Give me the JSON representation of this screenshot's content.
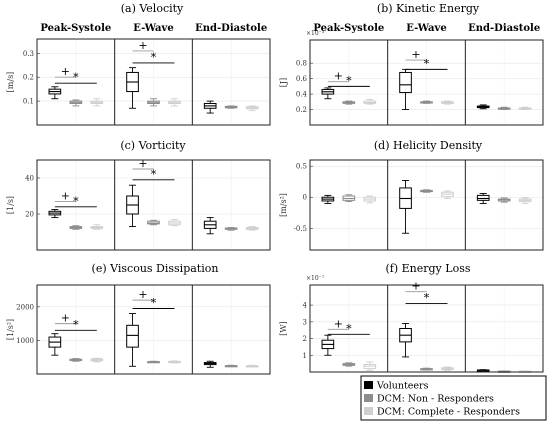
{
  "colors": {
    "Volunteers": "#000000",
    "DCM: Non - Responders": "#8c8c8c",
    "DCM: Complete - Responders": "#cfcfcf",
    "significance_marker": "#999999"
  },
  "legend": {
    "placement": "bottom-right",
    "entries": [
      "Volunteers",
      "DCM: Non - Responders",
      "DCM: Complete - Responders"
    ]
  },
  "chart_data": [
    {
      "type": "box",
      "title": "(a) Velocity",
      "ylabel": "[m/s]",
      "ylim": [
        0,
        0.36
      ],
      "yticks": [
        {
          "v": 0.1,
          "l": "0.1"
        },
        {
          "v": 0.2,
          "l": "0.2"
        },
        {
          "v": 0.3,
          "l": "0.3"
        }
      ],
      "multiplier": "",
      "categories": [
        "Peak-Systole",
        "E-Wave",
        "End-Diastole"
      ],
      "series": [
        {
          "name": "Volunteers",
          "boxes": [
            [
              0.11,
              0.13,
              0.14,
              0.15,
              0.16
            ],
            [
              0.07,
              0.14,
              0.18,
              0.22,
              0.24
            ],
            [
              0.05,
              0.07,
              0.08,
              0.09,
              0.1
            ]
          ]
        },
        {
          "name": "DCM: Non - Responders",
          "boxes": [
            [
              0.08,
              0.09,
              0.095,
              0.1,
              0.105
            ],
            [
              0.08,
              0.09,
              0.095,
              0.1,
              0.11
            ],
            [
              0.07,
              0.072,
              0.075,
              0.078,
              0.08
            ]
          ]
        },
        {
          "name": "DCM: Complete - Responders",
          "boxes": [
            [
              0.08,
              0.09,
              0.095,
              0.1,
              0.11
            ],
            [
              0.08,
              0.09,
              0.095,
              0.1,
              0.11
            ],
            [
              0.06,
              0.068,
              0.072,
              0.076,
              0.08
            ]
          ]
        }
      ],
      "significance": [
        {
          "category": 0,
          "from": 0,
          "to": 1,
          "y": 0.2,
          "marker": "+"
        },
        {
          "category": 0,
          "from": 0,
          "to": 2,
          "y": 0.175,
          "marker": "*"
        },
        {
          "category": 1,
          "from": 0,
          "to": 1,
          "y": 0.31,
          "marker": "+"
        },
        {
          "category": 1,
          "from": 0,
          "to": 2,
          "y": 0.26,
          "marker": "*"
        }
      ]
    },
    {
      "type": "box",
      "title": "(b) Kinetic Energy",
      "ylabel": "[J]",
      "ylim": [
        0,
        1.1
      ],
      "yticks": [
        {
          "v": 0.2,
          "l": "0.2"
        },
        {
          "v": 0.4,
          "l": "0.4"
        },
        {
          "v": 0.6,
          "l": "0.6"
        },
        {
          "v": 0.8,
          "l": "0.8"
        }
      ],
      "multiplier": "×10⁻³",
      "categories": [
        "Peak-Systole",
        "E-Wave",
        "End-Diastole"
      ],
      "series": [
        {
          "name": "Volunteers",
          "boxes": [
            [
              0.34,
              0.4,
              0.43,
              0.46,
              0.48
            ],
            [
              0.2,
              0.42,
              0.52,
              0.68,
              0.72
            ],
            [
              0.21,
              0.225,
              0.235,
              0.245,
              0.26
            ]
          ]
        },
        {
          "name": "DCM: Non - Responders",
          "boxes": [
            [
              0.27,
              0.28,
              0.29,
              0.3,
              0.31
            ],
            [
              0.28,
              0.29,
              0.295,
              0.3,
              0.31
            ],
            [
              0.2,
              0.21,
              0.215,
              0.22,
              0.23
            ]
          ]
        },
        {
          "name": "DCM: Complete - Responders",
          "boxes": [
            [
              0.27,
              0.28,
              0.29,
              0.31,
              0.33
            ],
            [
              0.27,
              0.28,
              0.29,
              0.3,
              0.31
            ],
            [
              0.2,
              0.21,
              0.215,
              0.22,
              0.23
            ]
          ]
        }
      ],
      "significance": [
        {
          "category": 0,
          "from": 0,
          "to": 1,
          "y": 0.56,
          "marker": "+"
        },
        {
          "category": 0,
          "from": 0,
          "to": 2,
          "y": 0.5,
          "marker": "*"
        },
        {
          "category": 1,
          "from": 0,
          "to": 1,
          "y": 0.84,
          "marker": "+"
        },
        {
          "category": 1,
          "from": 0,
          "to": 2,
          "y": 0.72,
          "marker": "*"
        }
      ]
    },
    {
      "type": "box",
      "title": "(c) Vorticity",
      "ylabel": "[1/s]",
      "ylim": [
        0,
        50
      ],
      "yticks": [
        {
          "v": 20,
          "l": "20"
        },
        {
          "v": 40,
          "l": "40"
        }
      ],
      "multiplier": "",
      "categories": [
        "Peak-Systole",
        "E-Wave",
        "End-Diastole"
      ],
      "series": [
        {
          "name": "Volunteers",
          "boxes": [
            [
              18,
              19.5,
              20.5,
              21.5,
              22.5
            ],
            [
              13,
              20,
              25,
              30,
              36
            ],
            [
              9,
              12,
              14,
              16,
              18
            ]
          ]
        },
        {
          "name": "DCM: Non - Responders",
          "boxes": [
            [
              11.5,
              12,
              12.5,
              13,
              13.5
            ],
            [
              14,
              14.5,
              15,
              16,
              16.5
            ],
            [
              11,
              11.5,
              12,
              12.2,
              12.5
            ]
          ]
        },
        {
          "name": "DCM: Complete - Responders",
          "boxes": [
            [
              11.5,
              12,
              12.5,
              13,
              14
            ],
            [
              13.5,
              14,
              15,
              16,
              17
            ],
            [
              11,
              11.5,
              12,
              12.5,
              13
            ]
          ]
        }
      ],
      "significance": [
        {
          "category": 0,
          "from": 0,
          "to": 1,
          "y": 27,
          "marker": "+"
        },
        {
          "category": 0,
          "from": 0,
          "to": 2,
          "y": 24,
          "marker": "*"
        },
        {
          "category": 1,
          "from": 0,
          "to": 1,
          "y": 45,
          "marker": "+"
        },
        {
          "category": 1,
          "from": 0,
          "to": 2,
          "y": 39,
          "marker": "*"
        }
      ]
    },
    {
      "type": "box",
      "title": "(d) Helicity Density",
      "ylabel": "[m/s²]",
      "ylim": [
        -0.85,
        0.6
      ],
      "yticks": [
        {
          "v": -0.5,
          "l": "-0.5"
        },
        {
          "v": 0,
          "l": "0"
        },
        {
          "v": 0.5,
          "l": "0.5"
        }
      ],
      "multiplier": "",
      "categories": [
        "Peak-Systole",
        "E-Wave",
        "End-Diastole"
      ],
      "series": [
        {
          "name": "Volunteers",
          "boxes": [
            [
              -0.1,
              -0.06,
              -0.03,
              0.0,
              0.03
            ],
            [
              -0.58,
              -0.18,
              -0.02,
              0.15,
              0.27
            ],
            [
              -0.1,
              -0.05,
              -0.02,
              0.03,
              0.06
            ]
          ]
        },
        {
          "name": "DCM: Non - Responders",
          "boxes": [
            [
              -0.07,
              -0.05,
              -0.02,
              0.02,
              0.04
            ],
            [
              0.08,
              0.09,
              0.1,
              0.11,
              0.12
            ],
            [
              -0.08,
              -0.06,
              -0.04,
              -0.03,
              -0.01
            ]
          ]
        },
        {
          "name": "DCM: Complete - Responders",
          "boxes": [
            [
              -0.09,
              -0.06,
              -0.03,
              0.0,
              0.02
            ],
            [
              -0.02,
              0.01,
              0.05,
              0.08,
              0.1
            ],
            [
              -0.1,
              -0.07,
              -0.05,
              -0.03,
              -0.01
            ]
          ]
        }
      ],
      "significance": []
    },
    {
      "type": "box",
      "title": "(e) Viscous Dissipation",
      "ylabel": "[1/s²]",
      "ylim": [
        0,
        2650
      ],
      "yticks": [
        {
          "v": 1000,
          "l": "1000"
        },
        {
          "v": 2000,
          "l": "2000"
        }
      ],
      "multiplier": "",
      "categories": [
        "Peak-Systole",
        "E-Wave",
        "End-Diastole"
      ],
      "series": [
        {
          "name": "Volunteers",
          "boxes": [
            [
              560,
              800,
              950,
              1100,
              1200
            ],
            [
              230,
              800,
              1150,
              1450,
              1800
            ],
            [
              200,
              280,
              310,
              340,
              380
            ]
          ]
        },
        {
          "name": "DCM: Non - Responders",
          "boxes": [
            [
              380,
              400,
              420,
              440,
              460
            ],
            [
              340,
              350,
              360,
              370,
              380
            ],
            [
              220,
              230,
              240,
              250,
              260
            ]
          ]
        },
        {
          "name": "DCM: Complete - Responders",
          "boxes": [
            [
              360,
              390,
              420,
              450,
              470
            ],
            [
              330,
              345,
              360,
              375,
              390
            ],
            [
              210,
              225,
              235,
              245,
              260
            ]
          ]
        }
      ],
      "significance": [
        {
          "category": 0,
          "from": 0,
          "to": 1,
          "y": 1500,
          "marker": "+"
        },
        {
          "category": 0,
          "from": 0,
          "to": 2,
          "y": 1300,
          "marker": "*"
        },
        {
          "category": 1,
          "from": 0,
          "to": 1,
          "y": 2200,
          "marker": "+"
        },
        {
          "category": 1,
          "from": 0,
          "to": 2,
          "y": 1950,
          "marker": "*"
        }
      ]
    },
    {
      "type": "box",
      "title": "(f) Energy Loss",
      "ylabel": "[W]",
      "ylim": [
        0,
        5.2
      ],
      "yticks": [
        {
          "v": 1,
          "l": "1"
        },
        {
          "v": 2,
          "l": "2"
        },
        {
          "v": 3,
          "l": "3"
        },
        {
          "v": 4,
          "l": "4"
        }
      ],
      "multiplier": "×10⁻⁷",
      "categories": [
        "Peak-Systole",
        "E-Wave",
        "End-Diastole"
      ],
      "series": [
        {
          "name": "Volunteers",
          "boxes": [
            [
              1.0,
              1.4,
              1.65,
              1.9,
              2.2
            ],
            [
              0.9,
              1.8,
              2.2,
              2.6,
              2.9
            ],
            [
              0.05,
              0.08,
              0.1,
              0.12,
              0.14
            ]
          ]
        },
        {
          "name": "DCM: Non - Responders",
          "boxes": [
            [
              0.35,
              0.4,
              0.45,
              0.5,
              0.55
            ],
            [
              0.12,
              0.15,
              0.18,
              0.2,
              0.23
            ],
            [
              0.02,
              0.03,
              0.04,
              0.05,
              0.06
            ]
          ]
        },
        {
          "name": "DCM: Complete - Responders",
          "boxes": [
            [
              0.1,
              0.2,
              0.35,
              0.45,
              0.6
            ],
            [
              0.1,
              0.15,
              0.2,
              0.25,
              0.3
            ],
            [
              0.02,
              0.03,
              0.04,
              0.05,
              0.06
            ]
          ]
        }
      ],
      "significance": [
        {
          "category": 0,
          "from": 0,
          "to": 1,
          "y": 2.55,
          "marker": "+"
        },
        {
          "category": 0,
          "from": 0,
          "to": 2,
          "y": 2.25,
          "marker": "*"
        },
        {
          "category": 1,
          "from": 0,
          "to": 1,
          "y": 4.8,
          "marker": "+"
        },
        {
          "category": 1,
          "from": 0,
          "to": 2,
          "y": 4.1,
          "marker": "*"
        }
      ]
    }
  ]
}
